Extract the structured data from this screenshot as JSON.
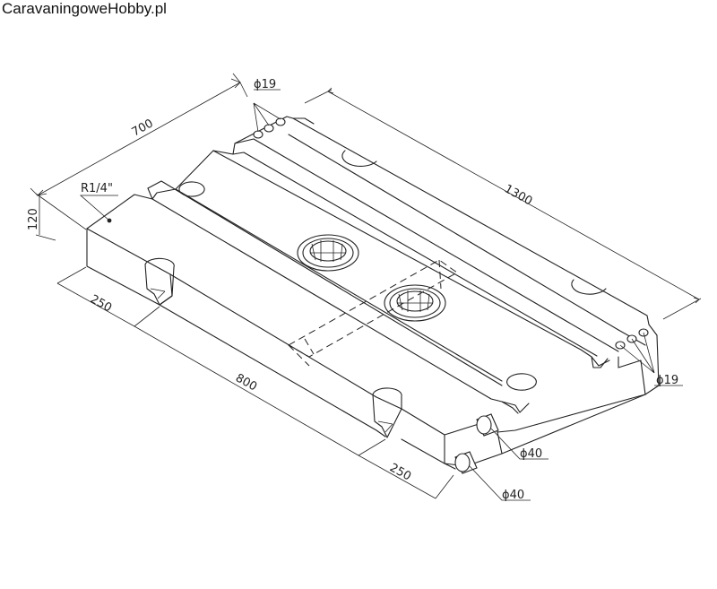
{
  "brand": "CaravaningoweHobby.pl",
  "labels": {
    "dia19_top": "ϕ19",
    "dia19_right": "ϕ19",
    "dia40_upper": "ϕ40",
    "dia40_lower": "ϕ40",
    "thread": "R1/4\"",
    "dim_700": "700",
    "dim_1300": "1300",
    "dim_120": "120",
    "dim_250_left": "250",
    "dim_800": "800",
    "dim_250_right": "250"
  }
}
